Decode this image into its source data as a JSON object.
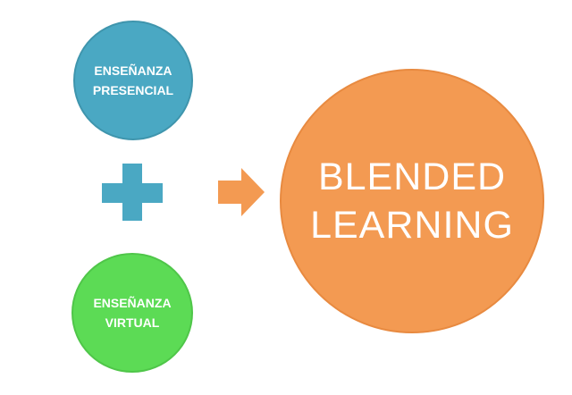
{
  "diagram": {
    "presencial": {
      "label": "ENSEÑANZA\nPRESENCIAL",
      "color": "#4aa8c3"
    },
    "virtual": {
      "label": "ENSEÑANZA\nVIRTUAL",
      "color": "#5cdb55"
    },
    "result": {
      "label": "BLENDED\nLEARNING",
      "color": "#f39a52"
    },
    "plus_icon": "plus-icon",
    "arrow_icon": "arrow-right-icon",
    "plus_color": "#4aa8c3",
    "arrow_color": "#f39a52"
  }
}
